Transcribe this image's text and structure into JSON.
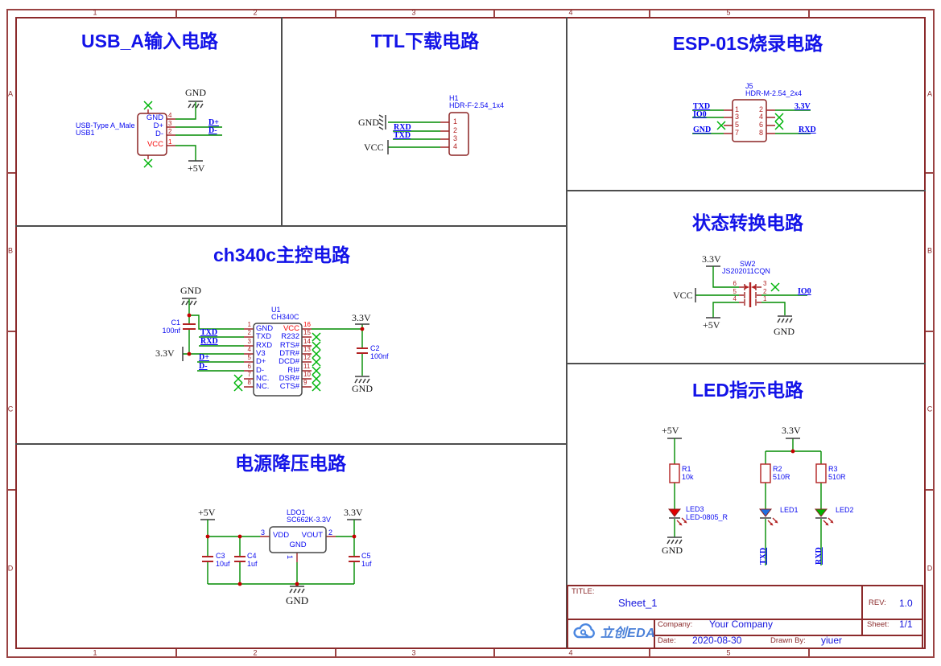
{
  "ruler": {
    "cols": [
      "1",
      "2",
      "3",
      "4",
      "5"
    ],
    "rows": [
      "A",
      "B",
      "C",
      "D"
    ]
  },
  "colors": {
    "wire": "#008c00",
    "component": "#8b2323",
    "net_label": "#0202f0",
    "section_title": "#1313e8",
    "frame": "#9a4343",
    "no_connect": "#00b40a",
    "logo_blue": "#4a80d8"
  },
  "blocks": {
    "usb": {
      "title": "USB_A输入电路",
      "part": "USB-Type A_Male",
      "ref": "USB1",
      "pin_names": [
        "GND",
        "D+",
        "D-",
        "VCC"
      ],
      "pin_nums": [
        "4",
        "3",
        "2",
        "1"
      ],
      "net_dp": "D+",
      "net_dm": "D-",
      "gnd": "GND",
      "p5v": "+5V"
    },
    "ttl": {
      "title": "TTL下载电路",
      "ref": "H1",
      "part": "HDR-F-2.54_1x4",
      "pin_nums": [
        "1",
        "2",
        "3",
        "4"
      ],
      "gnd": "GND",
      "vcc": "VCC",
      "net_rxd": "RXD",
      "net_txd": "TXD"
    },
    "esp": {
      "title": "ESP-01S烧录电路",
      "ref": "J5",
      "part": "HDR-M-2.54_2x4",
      "left_nums": [
        "1",
        "3",
        "5",
        "7"
      ],
      "right_nums": [
        "2",
        "4",
        "6",
        "8"
      ],
      "net_txd": "TXD",
      "net_io0": "IO0",
      "net_gnd": "GND",
      "net_33": "3.3V",
      "net_rxd": "RXD"
    },
    "ch340": {
      "title": "ch340c主控电路",
      "ref": "U1",
      "part": "CH340C",
      "left_names": [
        "GND",
        "TXD",
        "RXD",
        "V3",
        "D+",
        "D-",
        "NC.",
        "NC."
      ],
      "left_nums": [
        "1",
        "2",
        "3",
        "4",
        "5",
        "6",
        "7",
        "8"
      ],
      "right_names": [
        "VCC",
        "R232",
        "RTS#",
        "DTR#",
        "DCD#",
        "RI#",
        "DSR#",
        "CTS#"
      ],
      "right_nums": [
        "16",
        "15",
        "14",
        "13",
        "12",
        "11",
        "10",
        "9"
      ],
      "c1_ref": "C1",
      "c1_val": "100nf",
      "c2_ref": "C2",
      "c2_val": "100nf",
      "gnd": "GND",
      "v33": "3.3V",
      "net_txd": "TXD",
      "net_rxd": "RXD",
      "net_dp": "D+",
      "net_dm": "D-"
    },
    "sw": {
      "title": "状态转换电路",
      "ref": "SW2",
      "part": "JS202011CQN",
      "left_nums": [
        "6",
        "5",
        "4"
      ],
      "right_nums": [
        "3",
        "2",
        "1"
      ],
      "v33": "3.3V",
      "vcc": "VCC",
      "p5v": "+5V",
      "gnd": "GND",
      "net_io0": "IO0"
    },
    "ldo": {
      "title": "电源降压电路",
      "ref": "LDO1",
      "part": "SC662K-3.3V",
      "vdd": "VDD",
      "vout": "VOUT",
      "gnd_pin": "GND",
      "n3": "3",
      "n2": "2",
      "n1": "1",
      "c3_ref": "C3",
      "c3_val": "10uf",
      "c4_ref": "C4",
      "c4_val": "1uf",
      "c5_ref": "C5",
      "c5_val": "1uf",
      "p5v": "+5V",
      "v33": "3.3V",
      "gnd": "GND"
    },
    "led": {
      "title": "LED指示电路",
      "r1_ref": "R1",
      "r1_val": "10k",
      "r2_ref": "R2",
      "r2_val": "510R",
      "r3_ref": "R3",
      "r3_val": "510R",
      "led1": "LED1",
      "led2": "LED2",
      "led3": "LED3",
      "led3_part": "LED-0805_R",
      "p5v": "+5V",
      "v33": "3.3V",
      "gnd": "GND",
      "net_txd": "TXD",
      "net_rxd": "RXD"
    }
  },
  "title_block": {
    "title_label": "TITLE:",
    "title": "Sheet_1",
    "rev_label": "REV:",
    "rev": "1.0",
    "company_label": "Company:",
    "company": "Your Company",
    "sheet_label": "Sheet:",
    "sheet": "1/1",
    "date_label": "Date:",
    "date": "2020-08-30",
    "drawn_label": "Drawn By:",
    "drawn_by": "yiuer",
    "logo_text": "立创EDA"
  }
}
